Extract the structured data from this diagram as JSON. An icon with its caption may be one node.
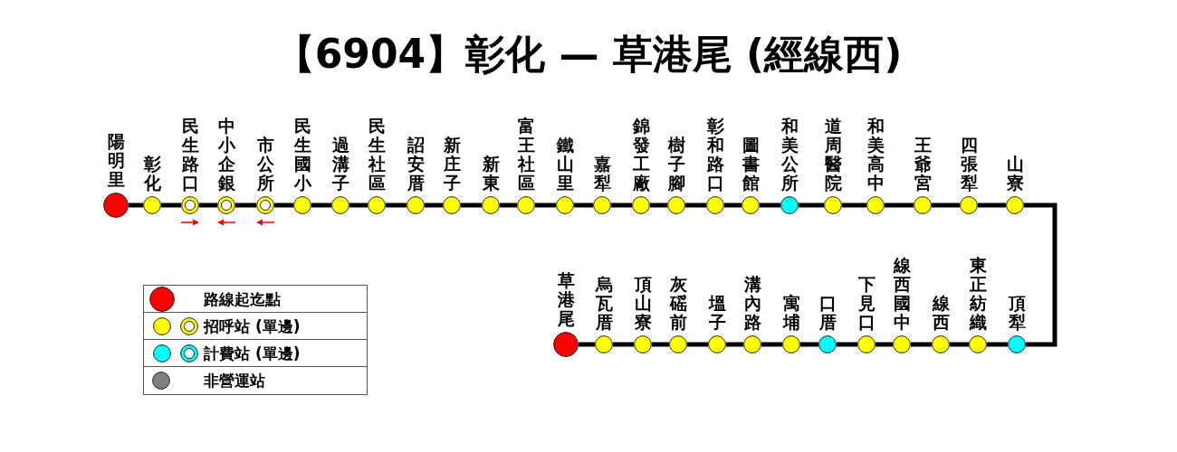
{
  "diagram": {
    "title": "【6904】彰化 — 草港尾 (經線西)",
    "nodes": [
      {
        "text": [
          "陽明里"
        ]
      },
      {
        "text": [
          "彰化"
        ]
      },
      {
        "text": [
          "民生路口"
        ]
      },
      {
        "text": [
          "中小企銀"
        ]
      },
      {
        "text": [
          "市公所"
        ]
      },
      {
        "text": [
          "民生國小"
        ]
      },
      {
        "text": [
          "過溝子"
        ]
      },
      {
        "text": [
          "民生社區"
        ]
      },
      {
        "text": [
          "詔安厝"
        ]
      },
      {
        "text": [
          "新庄子"
        ]
      },
      {
        "text": [
          "新東"
        ]
      },
      {
        "text": [
          "富王社區"
        ]
      },
      {
        "text": [
          "鐵山里"
        ]
      },
      {
        "text": [
          "嘉犁"
        ]
      },
      {
        "text": [
          "錦發工廠"
        ]
      },
      {
        "text": [
          "樹子腳"
        ]
      },
      {
        "text": [
          "彰和路口"
        ]
      },
      {
        "text": [
          "圖書館"
        ]
      },
      {
        "text": [
          "和美公所"
        ]
      },
      {
        "text": [
          "道周醫院"
        ]
      },
      {
        "text": [
          "和美高中"
        ]
      },
      {
        "text": [
          "王爺宮"
        ]
      },
      {
        "text": [
          "四張犁"
        ]
      },
      {
        "text": [
          "山寮"
        ]
      },
      {
        "text": [
          "草港尾"
        ]
      },
      {
        "text": [
          "烏瓦厝"
        ]
      },
      {
        "text": [
          "頂山寮"
        ]
      },
      {
        "text": [
          "灰磘前"
        ]
      },
      {
        "text": [
          "塭子"
        ]
      },
      {
        "text": [
          "溝內路"
        ]
      },
      {
        "text": [
          "寓埔"
        ]
      },
      {
        "text": [
          "口厝"
        ]
      },
      {
        "text": [
          "下見口"
        ]
      },
      {
        "text": [
          "線西國中"
        ]
      },
      {
        "text": [
          "線西"
        ]
      },
      {
        "text": [
          "東正紡織"
        ]
      },
      {
        "text": [
          "頂犁"
        ]
      }
    ],
    "edges": [
      {
        "from": 0,
        "to": 1,
        "arrow": "none"
      },
      {
        "from": 1,
        "to": 2,
        "arrow": "none"
      },
      {
        "from": 2,
        "to": 3,
        "arrow": "none"
      },
      {
        "from": 3,
        "to": 4,
        "arrow": "none"
      },
      {
        "from": 4,
        "to": 5,
        "arrow": "none"
      },
      {
        "from": 5,
        "to": 6,
        "arrow": "none"
      },
      {
        "from": 6,
        "to": 7,
        "arrow": "none"
      },
      {
        "from": 7,
        "to": 8,
        "arrow": "none"
      },
      {
        "from": 8,
        "to": 9,
        "arrow": "none"
      },
      {
        "from": 9,
        "to": 10,
        "arrow": "none"
      },
      {
        "from": 10,
        "to": 11,
        "arrow": "none"
      },
      {
        "from": 11,
        "to": 12,
        "arrow": "none"
      },
      {
        "from": 12,
        "to": 13,
        "arrow": "none"
      },
      {
        "from": 13,
        "to": 14,
        "arrow": "none"
      },
      {
        "from": 14,
        "to": 15,
        "arrow": "none"
      },
      {
        "from": 15,
        "to": 16,
        "arrow": "none"
      },
      {
        "from": 16,
        "to": 17,
        "arrow": "none"
      },
      {
        "from": 17,
        "to": 18,
        "arrow": "none"
      },
      {
        "from": 18,
        "to": 19,
        "arrow": "none"
      },
      {
        "from": 19,
        "to": 20,
        "arrow": "none"
      },
      {
        "from": 20,
        "to": 21,
        "arrow": "none"
      },
      {
        "from": 21,
        "to": 22,
        "arrow": "none"
      },
      {
        "from": 22,
        "to": 23,
        "arrow": "none"
      },
      {
        "from": 23,
        "to": 36,
        "arrow": "none"
      },
      {
        "from": 36,
        "to": 35,
        "arrow": "none"
      },
      {
        "from": 35,
        "to": 34,
        "arrow": "none"
      },
      {
        "from": 34,
        "to": 33,
        "arrow": "none"
      },
      {
        "from": 33,
        "to": 32,
        "arrow": "none"
      },
      {
        "from": 32,
        "to": 31,
        "arrow": "none"
      },
      {
        "from": 31,
        "to": 30,
        "arrow": "none"
      },
      {
        "from": 30,
        "to": 29,
        "arrow": "none"
      },
      {
        "from": 29,
        "to": 28,
        "arrow": "none"
      },
      {
        "from": 28,
        "to": 27,
        "arrow": "none"
      },
      {
        "from": 27,
        "to": 26,
        "arrow": "none"
      },
      {
        "from": 26,
        "to": 25,
        "arrow": "none"
      },
      {
        "from": 25,
        "to": 24,
        "arrow": "none"
      }
    ],
    "legend": [
      {
        "text": "路線起迄點",
        "color": "#ff0000"
      },
      {
        "text": "招呼站 (單邊)",
        "color": "#ffff00"
      },
      {
        "text": "計費站 (單邊)",
        "color": "#00ffff"
      },
      {
        "text": "非營運站",
        "color": "#808080"
      }
    ]
  }
}
